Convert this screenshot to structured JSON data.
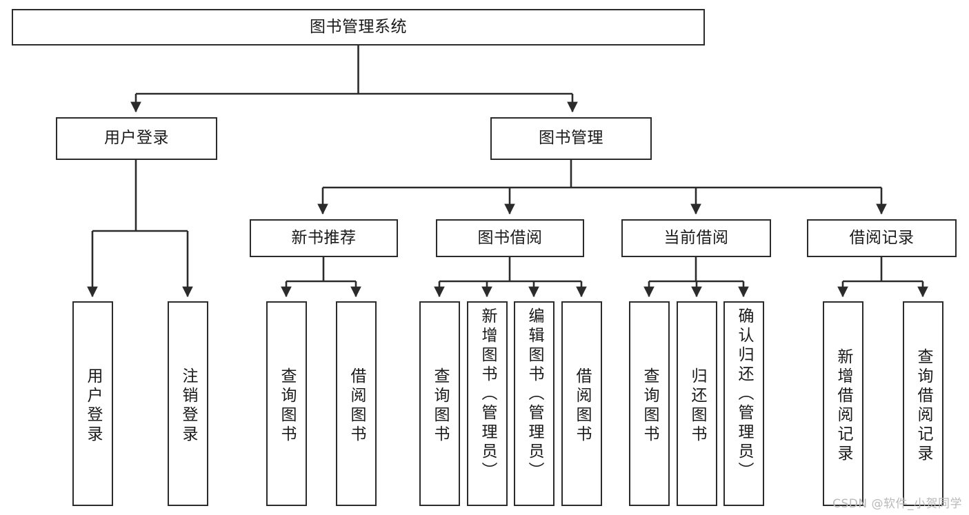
{
  "diagram": {
    "type": "tree-hierarchy",
    "root": {
      "label": "图书管理系统"
    },
    "level1": [
      {
        "label": "用户登录"
      },
      {
        "label": "图书管理"
      }
    ],
    "level2": [
      {
        "label": "新书推荐"
      },
      {
        "label": "图书借阅"
      },
      {
        "label": "当前借阅"
      },
      {
        "label": "借阅记录"
      }
    ],
    "leaves": {
      "user_login": [
        {
          "label": "用户登录"
        },
        {
          "label": "注销登录"
        }
      ],
      "new_book_recommend": [
        {
          "label": "查询图书"
        },
        {
          "label": "借阅图书"
        }
      ],
      "book_borrow": [
        {
          "label": "查询图书"
        },
        {
          "label": "新增图书（管理员）"
        },
        {
          "label": "编辑图书（管理员）"
        },
        {
          "label": "借阅图书"
        }
      ],
      "current_borrow": [
        {
          "label": "查询图书"
        },
        {
          "label": "归还图书"
        },
        {
          "label": "确认归还（管理员）"
        }
      ],
      "borrow_record": [
        {
          "label": "新增借阅记录"
        },
        {
          "label": "查询借阅记录"
        }
      ]
    },
    "colors": {
      "stroke": "#2b2b2b",
      "text": "#1a1a1a",
      "background": "#ffffff",
      "watermark": "#b9b9b9"
    }
  },
  "watermark": {
    "text": "CSDN @软件_小贺同学"
  }
}
